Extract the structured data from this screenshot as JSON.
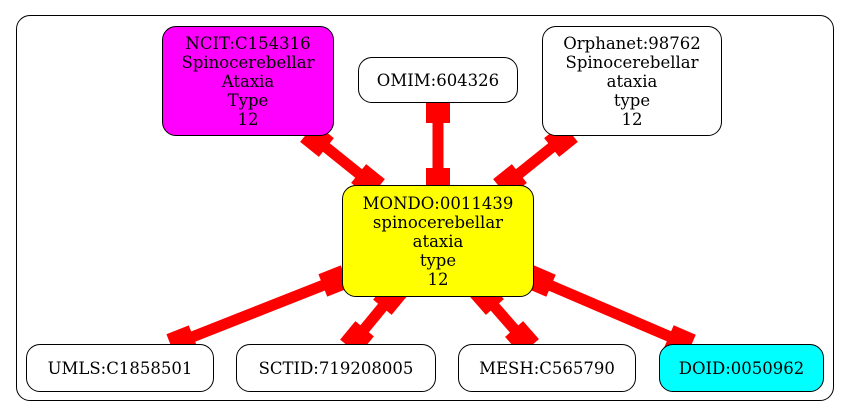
{
  "colors": {
    "edge": "#ff0000",
    "center": "#ffff00",
    "ncit": "#ff00ff",
    "doid": "#00ffff",
    "plain": "#ffffff",
    "border": "#000000"
  },
  "nodes": {
    "ncit": {
      "lines": [
        "NCIT:C154316",
        "Spinocerebellar",
        "Ataxia",
        "Type",
        "12"
      ]
    },
    "omim": {
      "lines": [
        "OMIM:604326"
      ]
    },
    "orphanet": {
      "lines": [
        "Orphanet:98762",
        "Spinocerebellar",
        "ataxia",
        "type",
        "12"
      ]
    },
    "mondo": {
      "lines": [
        "MONDO:0011439",
        "spinocerebellar",
        "ataxia",
        "type",
        "12"
      ]
    },
    "umls": {
      "lines": [
        "UMLS:C1858501"
      ]
    },
    "sctid": {
      "lines": [
        "SCTID:719208005"
      ]
    },
    "mesh": {
      "lines": [
        "MESH:C565790"
      ]
    },
    "doid": {
      "lines": [
        "DOID:0050962"
      ]
    }
  }
}
